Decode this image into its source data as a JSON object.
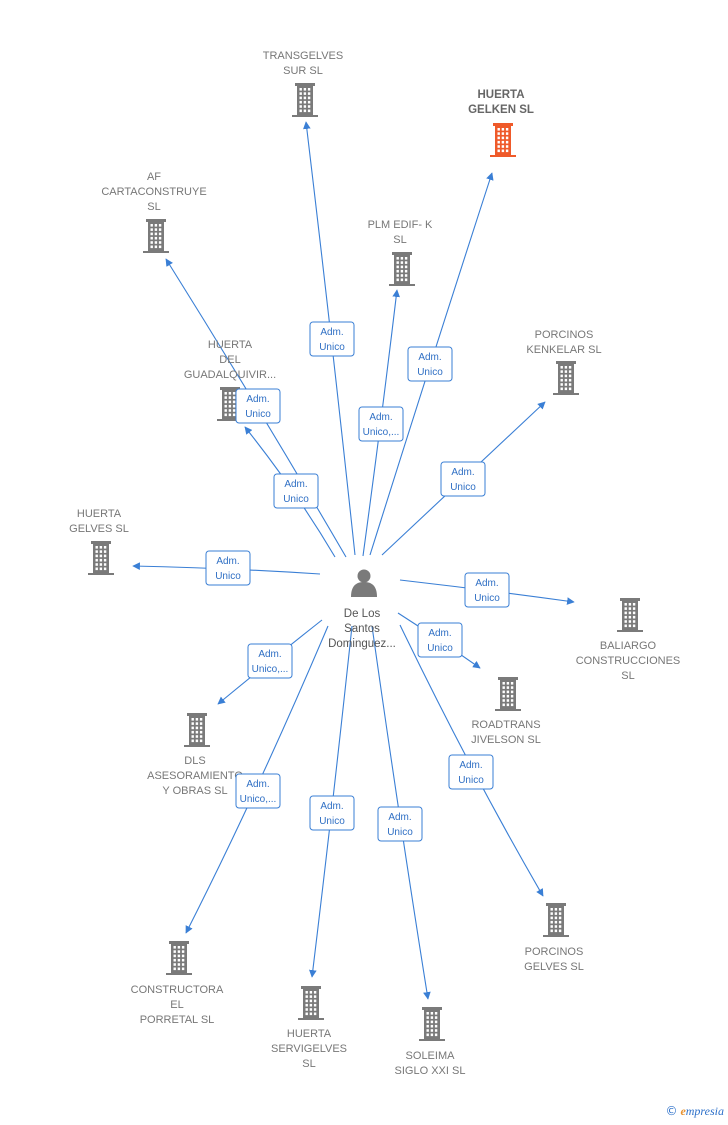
{
  "colors": {
    "edge": "#3a7fd5",
    "building": "#7a7a7a",
    "highlight": "#ef5a2a",
    "person": "#7a7a7a"
  },
  "center": {
    "name_lines": [
      "De Los",
      "Santos",
      "Dominguez..."
    ],
    "icon": "person-icon"
  },
  "nodes": [
    {
      "id": "transgelves-sur",
      "lines": [
        "TRANSGELVES",
        "SUR  SL"
      ],
      "highlight": false
    },
    {
      "id": "huerta-gelken",
      "lines": [
        "HUERTA",
        "GELKEN  SL"
      ],
      "highlight": true
    },
    {
      "id": "af-cartaconstruye",
      "lines": [
        "AF",
        "CARTACONSTRUYE",
        "SL"
      ],
      "highlight": false
    },
    {
      "id": "plm-edif-k",
      "lines": [
        "PLM EDIF- K",
        "SL"
      ],
      "highlight": false
    },
    {
      "id": "porcinos-kenkelar",
      "lines": [
        "PORCINOS",
        "KENKELAR  SL"
      ],
      "highlight": false
    },
    {
      "id": "huerta-del-guadalquivir",
      "lines": [
        "HUERTA",
        "DEL",
        "GUADALQUIVIR..."
      ],
      "highlight": false
    },
    {
      "id": "huerta-gelves",
      "lines": [
        "HUERTA",
        "GELVES  SL"
      ],
      "highlight": false
    },
    {
      "id": "baliargo-construcciones",
      "lines": [
        "BALIARGO",
        "CONSTRUCCIONES",
        "SL"
      ],
      "highlight": false
    },
    {
      "id": "roadtrans-jivelson",
      "lines": [
        "ROADTRANS",
        "JIVELSON  SL"
      ],
      "highlight": false
    },
    {
      "id": "dls-asesoramiento",
      "lines": [
        "DLS",
        "ASESORAMIENTO",
        "Y OBRAS  SL"
      ],
      "highlight": false
    },
    {
      "id": "porcinos-gelves",
      "lines": [
        "PORCINOS",
        "GELVES  SL"
      ],
      "highlight": false
    },
    {
      "id": "constructora-el-porretal",
      "lines": [
        "CONSTRUCTORA",
        "EL",
        "PORRETAL  SL"
      ],
      "highlight": false
    },
    {
      "id": "huerta-servigelves",
      "lines": [
        "HUERTA",
        "SERVIGELVES",
        "SL"
      ],
      "highlight": false
    },
    {
      "id": "soleima-siglo-xxi",
      "lines": [
        "SOLEIMA",
        "SIGLO XXI  SL"
      ],
      "highlight": false
    }
  ],
  "edges": [
    {
      "to": "transgelves-sur",
      "badge": [
        "Adm.",
        "Unico"
      ]
    },
    {
      "to": "huerta-gelken",
      "badge": [
        "Adm.",
        "Unico"
      ]
    },
    {
      "to": "af-cartaconstruye",
      "badge": [
        "Adm.",
        "Unico"
      ]
    },
    {
      "to": "plm-edif-k",
      "badge": [
        "Adm.",
        "Unico,..."
      ]
    },
    {
      "to": "porcinos-kenkelar",
      "badge": [
        "Adm.",
        "Unico"
      ]
    },
    {
      "to": "huerta-del-guadalquivir",
      "badge": [
        "Adm.",
        "Unico"
      ]
    },
    {
      "to": "huerta-gelves",
      "badge": [
        "Adm.",
        "Unico"
      ]
    },
    {
      "to": "baliargo-construcciones",
      "badge": [
        "Adm.",
        "Unico"
      ]
    },
    {
      "to": "roadtrans-jivelson",
      "badge": [
        "Adm.",
        "Unico"
      ]
    },
    {
      "to": "dls-asesoramiento",
      "badge": [
        "Adm.",
        "Unico,..."
      ]
    },
    {
      "to": "porcinos-gelves",
      "badge": [
        "Adm.",
        "Unico"
      ]
    },
    {
      "to": "constructora-el-porretal",
      "badge": [
        "Adm.",
        "Unico,..."
      ]
    },
    {
      "to": "huerta-servigelves",
      "badge": [
        "Adm.",
        "Unico"
      ]
    },
    {
      "to": "soleima-siglo-xxi",
      "badge": [
        "Adm.",
        "Unico"
      ]
    }
  ],
  "footer": {
    "copyright": "©",
    "brand_initial": "e",
    "brand_rest": "mpresia"
  }
}
